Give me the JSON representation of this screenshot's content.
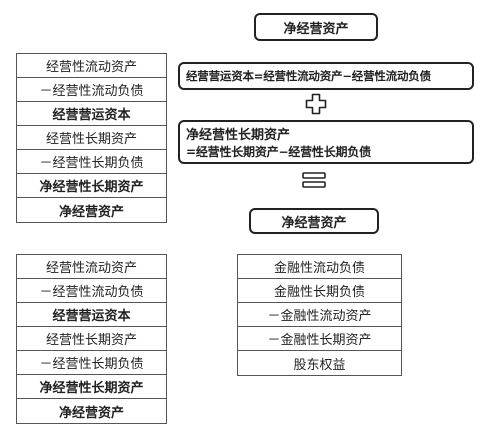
{
  "table_top": {
    "rows": [
      {
        "text": "经营性流动资产",
        "bold": false
      },
      {
        "text": "－经营性流动负债",
        "bold": false
      },
      {
        "text": "经营营运资本",
        "bold": true
      },
      {
        "text": "经营性长期资产",
        "bold": false
      },
      {
        "text": "－经营性长期负债",
        "bold": false
      },
      {
        "text": "净经营性长期资产",
        "bold": true
      },
      {
        "text": "净经营资产",
        "bold": true
      }
    ]
  },
  "table_bottom_left": {
    "rows": [
      {
        "text": "经营性流动资产",
        "bold": false
      },
      {
        "text": "－经营性流动负债",
        "bold": false
      },
      {
        "text": "经营营运资本",
        "bold": true
      },
      {
        "text": "经营性长期资产",
        "bold": false
      },
      {
        "text": "－经营性长期负债",
        "bold": false
      },
      {
        "text": "净经营性长期资产",
        "bold": true
      },
      {
        "text": "净经营资产",
        "bold": true
      }
    ]
  },
  "formula": {
    "title": "净经营资产",
    "working_capital": "经营营运资本=经营性流动资产−经营性流动负债",
    "long_term_line1": "净经营性长期资产",
    "long_term_line2": "=经营性长期资产−经营性长期负债",
    "result": "净经营资产",
    "plus_symbol": "plus-sign",
    "equals_symbol": "equals-sign"
  },
  "table_financial": {
    "rows": [
      {
        "text": "金融性流动负债",
        "bold": false
      },
      {
        "text": "金融性长期负债",
        "bold": false
      },
      {
        "text": "－金融性流动资产",
        "bold": false
      },
      {
        "text": "－金融性长期资产",
        "bold": false
      },
      {
        "text": "股东权益",
        "bold": false
      }
    ]
  }
}
